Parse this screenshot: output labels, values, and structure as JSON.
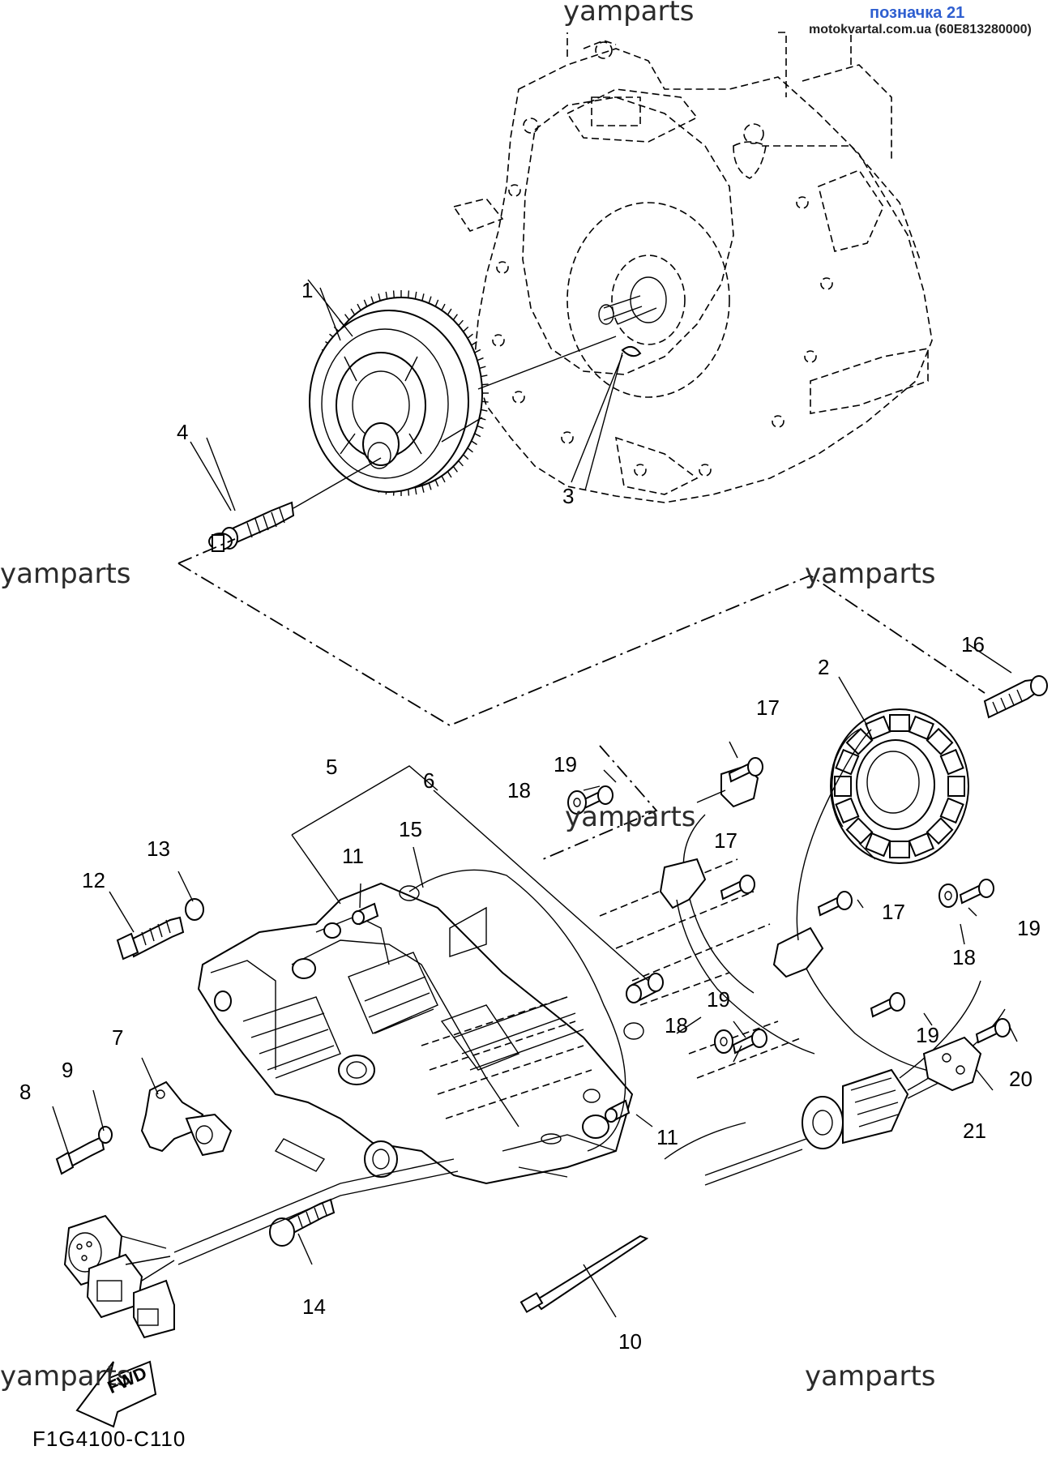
{
  "header": {
    "tag_line1": "позначка 21",
    "tag_line2": "motokvartal.com.ua (60E813280000)"
  },
  "watermarks": [
    "yamparts",
    "yamparts",
    "yamparts",
    "yamparts",
    "yamparts",
    "yamparts"
  ],
  "diagram_code": "F1G4100-C110",
  "fwd_label": "FWD",
  "callouts": [
    "1",
    "2",
    "3",
    "4",
    "5",
    "6",
    "7",
    "8",
    "9",
    "10",
    "11",
    "11",
    "12",
    "13",
    "14",
    "15",
    "16",
    "17",
    "17",
    "17",
    "18",
    "18",
    "18",
    "19",
    "19",
    "19",
    "19",
    "20",
    "21"
  ]
}
